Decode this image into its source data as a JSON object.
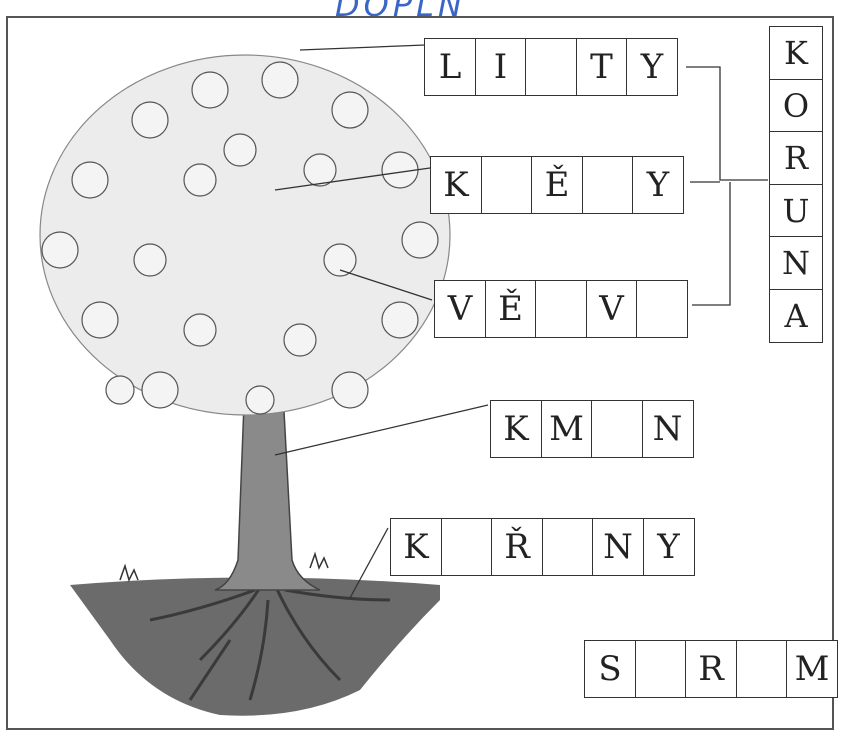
{
  "heading": "DOPLŇ",
  "rows": [
    {
      "id": "listy",
      "cells": [
        "L",
        "I",
        "",
        "T",
        "Y"
      ]
    },
    {
      "id": "kvety",
      "cells": [
        "K",
        "",
        "Ě",
        "",
        "Y"
      ]
    },
    {
      "id": "vetve",
      "cells": [
        "V",
        "Ě",
        "",
        "V",
        ""
      ]
    },
    {
      "id": "kmen",
      "cells": [
        "K",
        "M",
        "",
        "N"
      ]
    },
    {
      "id": "koreny",
      "cells": [
        "K",
        "",
        "Ř",
        "",
        "N",
        "Y"
      ]
    },
    {
      "id": "semena",
      "cells": [
        "S",
        "",
        "R",
        "",
        "M"
      ]
    }
  ],
  "vertical_word": [
    "K",
    "O",
    "R",
    "U",
    "N",
    "A"
  ]
}
